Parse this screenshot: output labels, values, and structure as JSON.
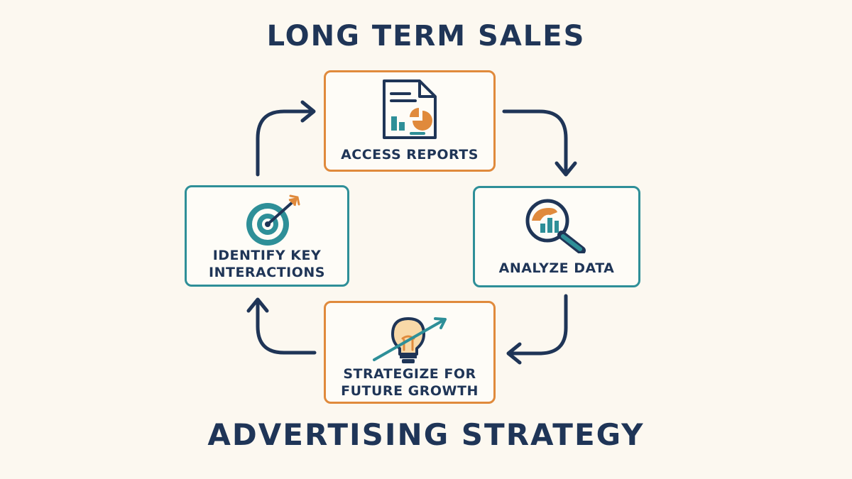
{
  "title_top": "LONG TERM SALES",
  "title_bottom": "ADVERTISING STRATEGY",
  "steps": [
    {
      "label": "ACCESS REPORTS",
      "icon": "report-document-icon",
      "accent": "#e08a3c"
    },
    {
      "label": "ANALYZE DATA",
      "icon": "magnifier-chart-icon",
      "accent": "#2e8f98"
    },
    {
      "label": "STRATEGIZE FOR FUTURE GROWTH",
      "icon": "lightbulb-growth-icon",
      "accent": "#e08a3c"
    },
    {
      "label": "IDENTIFY KEY INTERACTIONS",
      "icon": "target-arrow-icon",
      "accent": "#2e8f98"
    }
  ],
  "colors": {
    "navy": "#1f3557",
    "orange": "#e08a3c",
    "teal": "#2e8f98",
    "background": "#fcf8f0",
    "bulb": "#f9d9a8"
  }
}
